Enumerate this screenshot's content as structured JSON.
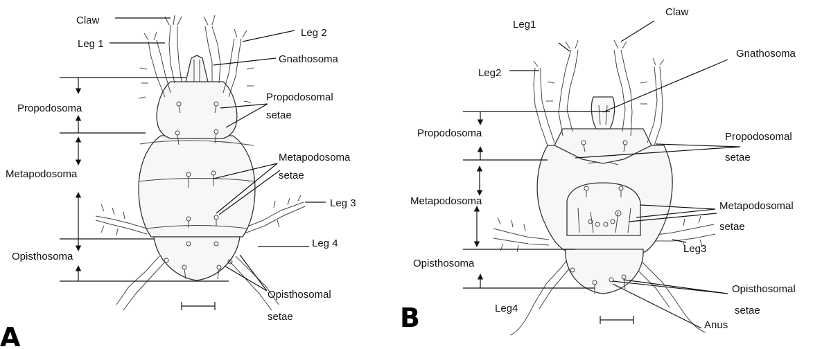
{
  "panel_a": {
    "letter": "A",
    "labels": {
      "claw": "Claw",
      "leg1": "Leg 1",
      "leg2": "Leg 2",
      "gnathosoma": "Gnathosoma",
      "propodosoma": "Propodosoma",
      "propodosomal_setae_1": "Propodosomal",
      "propodosomal_setae_2": "setae",
      "metapodosoma": "Metapodosoma",
      "metapodosomal_setae_1": "Metapodosoma",
      "metapodosomal_setae_2": "setae",
      "leg3": "Leg 3",
      "leg4": "Leg 4",
      "opisthosoma": "Opisthosoma",
      "opisthosomal_setae_1": "Opisthosomal",
      "opisthosomal_setae_2": "setae"
    }
  },
  "panel_b": {
    "letter": "B",
    "labels": {
      "leg1": "Leg1",
      "claw": "Claw",
      "leg2": "Leg2",
      "gnathosoma": "Gnathosoma",
      "propodosoma": "Propodosoma",
      "propodosomal_setae_1": "Propodosomal",
      "propodosomal_setae_2": "setae",
      "metapodosoma": "Metapodosoma",
      "metapodosomal_setae_1": "Metapodosomal",
      "metapodosomal_setae_2": "setae",
      "leg3": "Leg3",
      "opisthosoma": "Opisthosoma",
      "opisthosomal_setae_1": "Opisthosomal",
      "opisthosomal_setae_2": "setae",
      "leg4": "Leg4",
      "anus": "Anus"
    }
  }
}
